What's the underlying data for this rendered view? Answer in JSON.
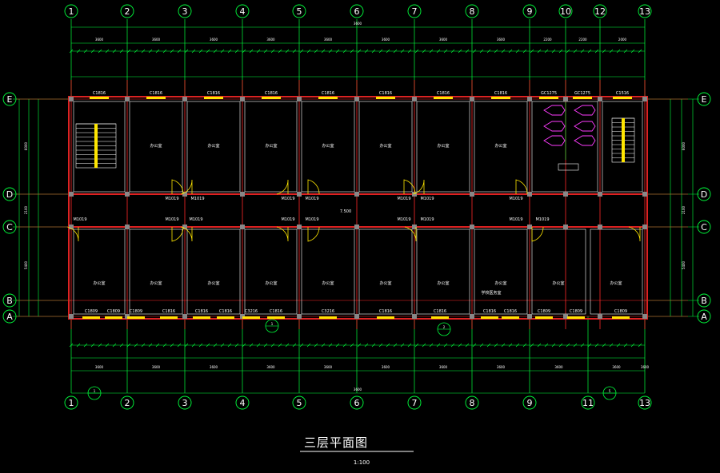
{
  "drawing": {
    "title": "三层平面图",
    "scale": "1:100",
    "colors": {
      "background": "#000000",
      "grid_axis": "#ff2a2a",
      "wall": "#ffffff",
      "dimension": "#00ff3c",
      "window": "#ffe600",
      "fixture": "#ff3cff",
      "door": "#ffe600",
      "text": "#ffffff",
      "column": "#888888"
    }
  },
  "axes": {
    "vertical": [
      "1",
      "2",
      "3",
      "4",
      "5",
      "6",
      "7",
      "8",
      "9",
      "10",
      "12",
      "13"
    ],
    "bottom": [
      "1",
      "2",
      "3",
      "4",
      "5",
      "6",
      "7",
      "8",
      "9",
      "11",
      "13"
    ],
    "horizontal": [
      "E",
      "D",
      "C",
      "B",
      "A"
    ]
  },
  "dimensions": {
    "top_total": "3600",
    "bottom_total": "3600",
    "top_bays": [
      "3600",
      "3600",
      "3600",
      "3600",
      "3600",
      "3600",
      "3600",
      "3600",
      "2200",
      "2200",
      "2000"
    ],
    "bottom_bays": [
      "3600",
      "3600",
      "3600",
      "3600",
      "3600",
      "3600",
      "3600",
      "3600",
      "3600",
      "3600",
      "3600"
    ],
    "left_upper": "6000",
    "left_middle": "2100",
    "left_lower": "5400",
    "right_upper": "6000",
    "right_middle": "2100",
    "right_lower": "5400"
  },
  "windows": {
    "top": [
      "C1816",
      "C1816",
      "C1816",
      "C1816",
      "C1816",
      "C1816",
      "C1816",
      "C1816",
      "GC1275",
      "GC1275",
      "C1516"
    ],
    "bottom": [
      "C1809",
      "C1809",
      "C1809",
      "C1816",
      "C1816",
      "C1816",
      "C3216",
      "C1816",
      "C3216",
      "C1816",
      "C1816",
      "C1816",
      "C1816",
      "C1809",
      "C1809",
      "C1809"
    ]
  },
  "doors": [
    "M1019",
    "M1019",
    "M1019",
    "M1019",
    "M1019",
    "M1019",
    "M1019",
    "M1019",
    "M1019",
    "M1019",
    "M1019",
    "M1019",
    "M1019",
    "M1019"
  ],
  "rooms": {
    "upper": [
      "楼梯",
      "办公室",
      "办公室",
      "办公室",
      "办公室",
      "办公室",
      "办公室",
      "办公室",
      "卫生间",
      "楼梯"
    ],
    "lower": [
      "办公室",
      "办公室",
      "办公室",
      "办公室",
      "办公室",
      "办公室",
      "办公室",
      "办公室",
      "办公室",
      "办公室"
    ]
  },
  "labels": {
    "corridor_level": "7.500",
    "note_room": "学校医务室",
    "section_marks": [
      "1",
      "2",
      "1",
      "5"
    ]
  }
}
